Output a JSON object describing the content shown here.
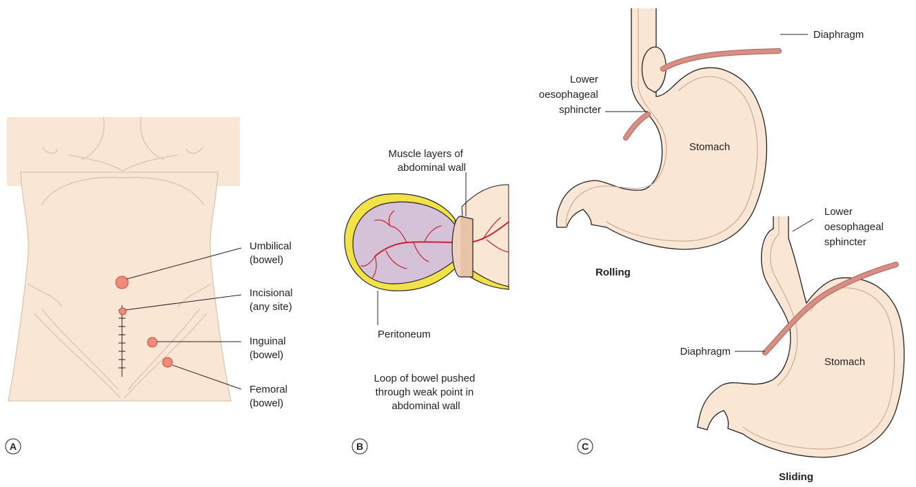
{
  "panels": {
    "a": {
      "letter": "A",
      "labels": {
        "umbilical": [
          "Umbilical",
          "(bowel)"
        ],
        "incisional": [
          "Incisional",
          "(any site)"
        ],
        "inguinal": [
          "Inguinal",
          "(bowel)"
        ],
        "femoral": [
          "Femoral",
          "(bowel)"
        ]
      }
    },
    "b": {
      "letter": "B",
      "labels": {
        "muscle": [
          "Muscle layers of",
          "abdominal wall"
        ],
        "peritoneum": "Peritoneum",
        "caption": [
          "Loop of bowel pushed",
          "through weak point in",
          "abdominal wall"
        ]
      }
    },
    "c": {
      "letter": "C",
      "rolling": {
        "diaphragm": "Diaphragm",
        "sphincter": [
          "Lower",
          "oesophageal",
          "sphincter"
        ],
        "stomach": "Stomach",
        "title": "Rolling"
      },
      "sliding": {
        "sphincter": [
          "Lower",
          "oesophageal",
          "sphincter"
        ],
        "diaphragm": "Diaphragm",
        "stomach": "Stomach",
        "title": "Sliding"
      }
    }
  },
  "colors": {
    "skin": "#fae6d4",
    "hernia_site": "#f08a7a",
    "vessel": "#c8202a",
    "peritoneum": "#f2e24a",
    "bowel": "#d6c2d8",
    "diaphragm": "#d98e84"
  }
}
